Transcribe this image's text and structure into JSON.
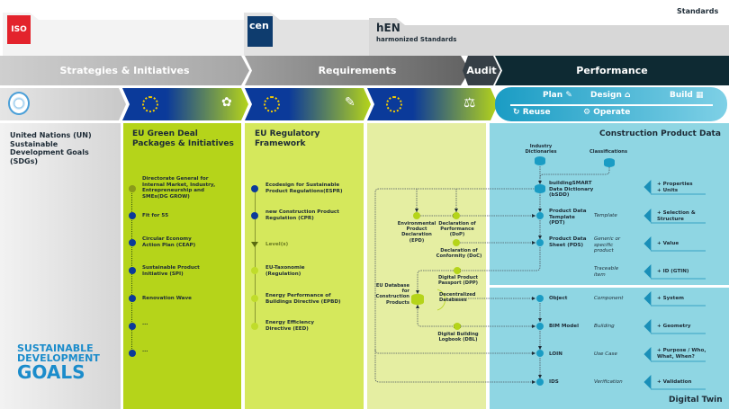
{
  "header": {
    "standards": "Standards",
    "iso": "ISO",
    "cen": "cen",
    "hen_title": "hEN",
    "hen_sub": "harmonized Standards"
  },
  "phases": [
    "Strategies & Initiatives",
    "Requirements",
    "Audit",
    "Performance"
  ],
  "lifecycle": {
    "plan": "Plan",
    "design": "Design",
    "build": "Build",
    "reuse": "Reuse",
    "operate": "Operate"
  },
  "colors": {
    "un_gray": "#d9d9d9",
    "eu_blue": "#0b3a9a",
    "green_deal": "#b5d41a",
    "regulatory": "#d4e85a",
    "audit": "#e4eea0",
    "performance": "#8fd6e3",
    "node_green": "#b5d41a",
    "node_blue": "#1a9cc4"
  },
  "col_un": {
    "title": "United Nations (UN) Sustainable Development Goals (SDGs)",
    "logo_line1": "SUSTAINABLE",
    "logo_line2": "DEVELOPMENT",
    "logo_line3": "GOALS"
  },
  "col_green": {
    "title": "EU Green Deal Packages & Initiatives",
    "items": [
      "Directorate General for Internal Market, Industry, Entrepreneurship and SMEs(DG GROW)",
      "Fit for 55",
      "Circular Economy Action Plan (CEAP)",
      "Sustainable Product Initiative (SPI)",
      "Renovation Wave",
      "...",
      "..."
    ]
  },
  "col_reg": {
    "title": "EU Regulatory Framework",
    "items": [
      "Ecodesign for Sustainable Product Regulations(ESPR)",
      "new Construction Product Regulation (CPR)",
      "Level(s)",
      "EU-Taxonomie (Regulation)",
      "Energy Performance of Buildings Directive (EPBD)",
      "Energy Efficiency Directive (EED)"
    ]
  },
  "col_audit": {
    "epd": "Environmental Product Declaration (EPD)",
    "dop": "Declaration of Performance (DoP)",
    "doc": "Declaration of Conformity (DoC)",
    "dpp": "Digital Product Passport (DPP)",
    "eu_db": "EU Database for Construction Products",
    "decentral": "Decentralized Databases",
    "dbl": "Digital Building Logbook (DBL)"
  },
  "col_perf": {
    "title": "Construction Product Data",
    "footer": "Digital Twin",
    "industry": "Industry Dictionaries",
    "classifications": "Classifications",
    "rows": [
      {
        "label": "buildingSMART Data Dictionary (bSDD)",
        "kind": "",
        "add": "+ Properties\n+ Units"
      },
      {
        "label": "Product Data Template (PDT)",
        "kind": "Template",
        "add": "+ Selection & Structure"
      },
      {
        "label": "Product Data Sheet (PDS)",
        "kind": "Generic or specific product",
        "add": "+ Value"
      },
      {
        "label": "",
        "kind": "Traceable item",
        "add": "+ ID (GTIN)"
      },
      {
        "label": "Object",
        "kind": "Component",
        "add": "+ System"
      },
      {
        "label": "BIM Model",
        "kind": "Building",
        "add": "+ Geometry"
      },
      {
        "label": "LOIN",
        "kind": "Use Case",
        "add": "+ Purpose / Who, What, When?"
      },
      {
        "label": "IDS",
        "kind": "Verification",
        "add": "+ Validation"
      }
    ]
  }
}
